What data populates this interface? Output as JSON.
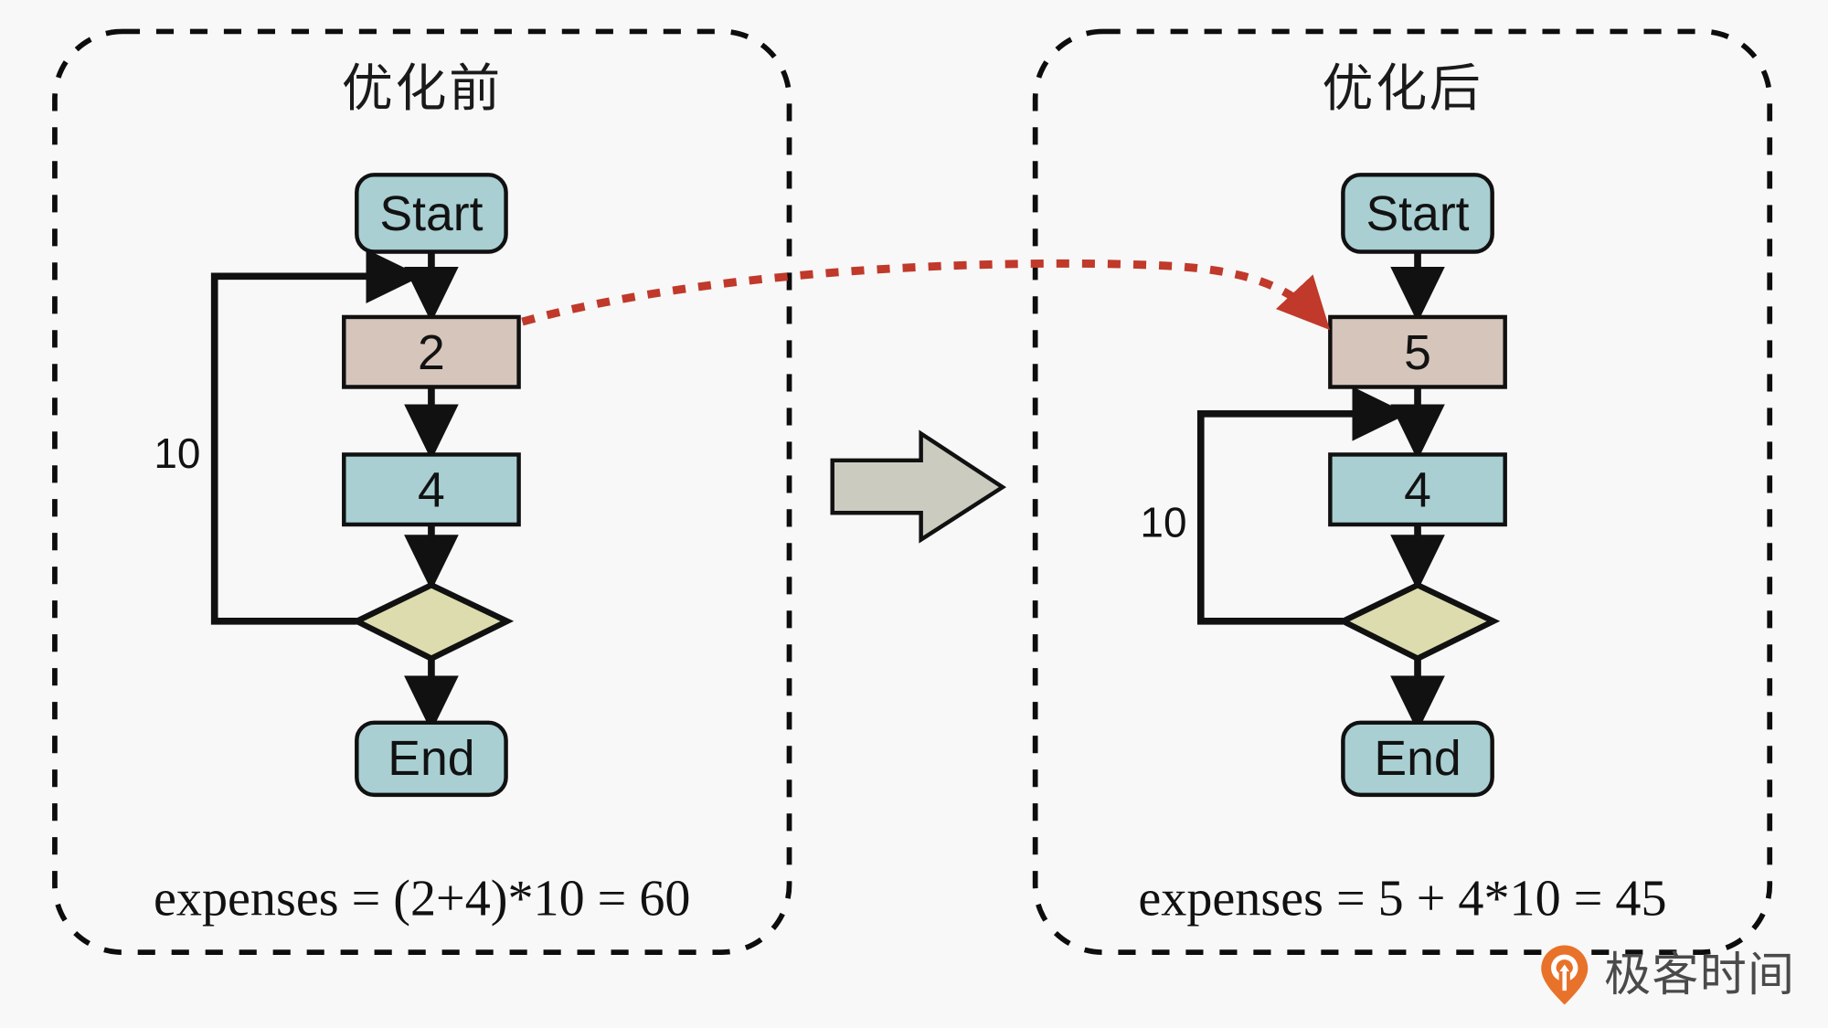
{
  "figure": {
    "background_color": "#f7f8f7",
    "kind": "before-after-flowchart-comparison"
  },
  "panels": [
    {
      "id": "before",
      "title": "优化前",
      "border_style": "dashed",
      "formula": "expenses = (2+4)*10 = 60",
      "loop_label": "10",
      "nodes": [
        {
          "id": "start",
          "label": "Start",
          "shape": "rounded-rect",
          "fill": "#a9cfd2"
        },
        {
          "id": "cost2",
          "label": "2",
          "shape": "rect",
          "fill": "#d6c5bb"
        },
        {
          "id": "cost4",
          "label": "4",
          "shape": "rect",
          "fill": "#a9cfd2"
        },
        {
          "id": "decision",
          "label": "",
          "shape": "diamond",
          "fill": "#dcdcae"
        },
        {
          "id": "end",
          "label": "End",
          "shape": "rounded-rect",
          "fill": "#a9cfd2"
        }
      ]
    },
    {
      "id": "after",
      "title": "优化后",
      "border_style": "dashed",
      "formula": "expenses = 5 + 4*10 = 45",
      "loop_label": "10",
      "nodes": [
        {
          "id": "start",
          "label": "Start",
          "shape": "rounded-rect",
          "fill": "#a9cfd2"
        },
        {
          "id": "cost5",
          "label": "5",
          "shape": "rect",
          "fill": "#d6c5bb"
        },
        {
          "id": "cost4",
          "label": "4",
          "shape": "rect",
          "fill": "#a9cfd2"
        },
        {
          "id": "decision",
          "label": "",
          "shape": "diamond",
          "fill": "#dcdcae"
        },
        {
          "id": "end",
          "label": "End",
          "shape": "rounded-rect",
          "fill": "#a9cfd2"
        }
      ]
    }
  ],
  "connectors": {
    "transform_arrow": {
      "type": "block-arrow",
      "direction": "right",
      "fill": "#cbcbc0",
      "stroke": "#111111"
    },
    "migration_arrow": {
      "type": "dotted-curved-arrow",
      "color": "#c0392b",
      "from": "before.cost2",
      "to": "after.cost5"
    }
  },
  "brand": {
    "name": "极客时间",
    "mark_color": "#e8722a"
  }
}
